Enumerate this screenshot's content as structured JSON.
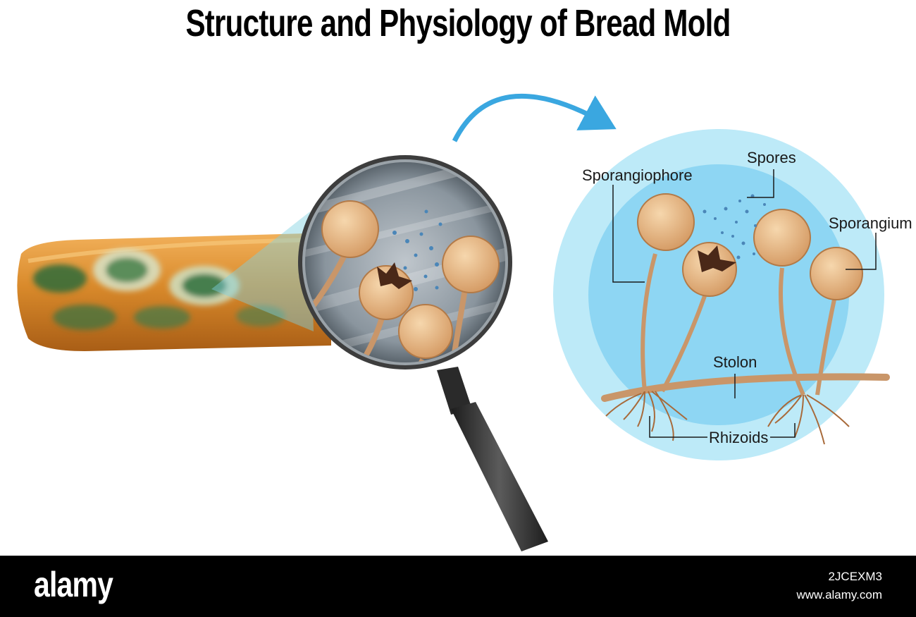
{
  "title": "Structure and Physiology of Bread Mold",
  "labels": {
    "sporangiophore": "Sporangiophore",
    "spores": "Spores",
    "sporangium": "Sporangium",
    "stolon": "Stolon",
    "rhizoids": "Rhizoids"
  },
  "footer": {
    "brand": "alamy",
    "image_id": "2JCEXM3",
    "site": "www.alamy.com"
  },
  "colors": {
    "bread": "#d4852a",
    "mold_green": "#2e6b3a",
    "arrow_blue": "#3aa7e0",
    "circle_outer": "#bdeaf8",
    "circle_inner": "#8ed6f3",
    "sporangium": "#e7b88a",
    "hyphae": "#c99669"
  }
}
